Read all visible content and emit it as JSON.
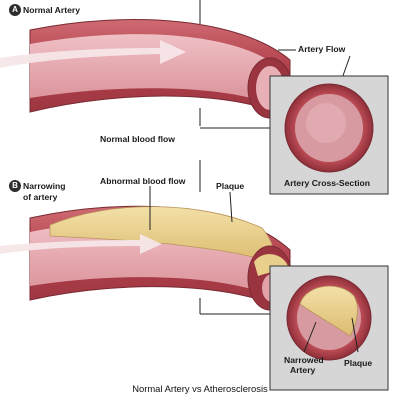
{
  "section_a": {
    "badge": "A",
    "title": "Normal Artery",
    "label_flow": "Artery Flow",
    "label_blood": "Normal blood flow",
    "inset_title": "Artery Cross-Section"
  },
  "section_b": {
    "badge": "B",
    "title_line1": "Narrowing",
    "title_line2": "of artery",
    "label_abnormal": "Abnormal blood flow",
    "label_plaque": "Plaque",
    "inset_narrowed_line1": "Narrowed",
    "inset_narrowed_line2": "Artery",
    "inset_plaque": "Plaque"
  },
  "caption": "Normal Artery vs Atherosclerosis",
  "colors": {
    "artery_wall": "#b94a52",
    "artery_lumen": "#e3a2aa",
    "inner_lining": "#d88890",
    "plaque": "#e9cf8c",
    "inset_bg": "#d6d6d6",
    "blood_arrow": "#f3d9dc"
  }
}
